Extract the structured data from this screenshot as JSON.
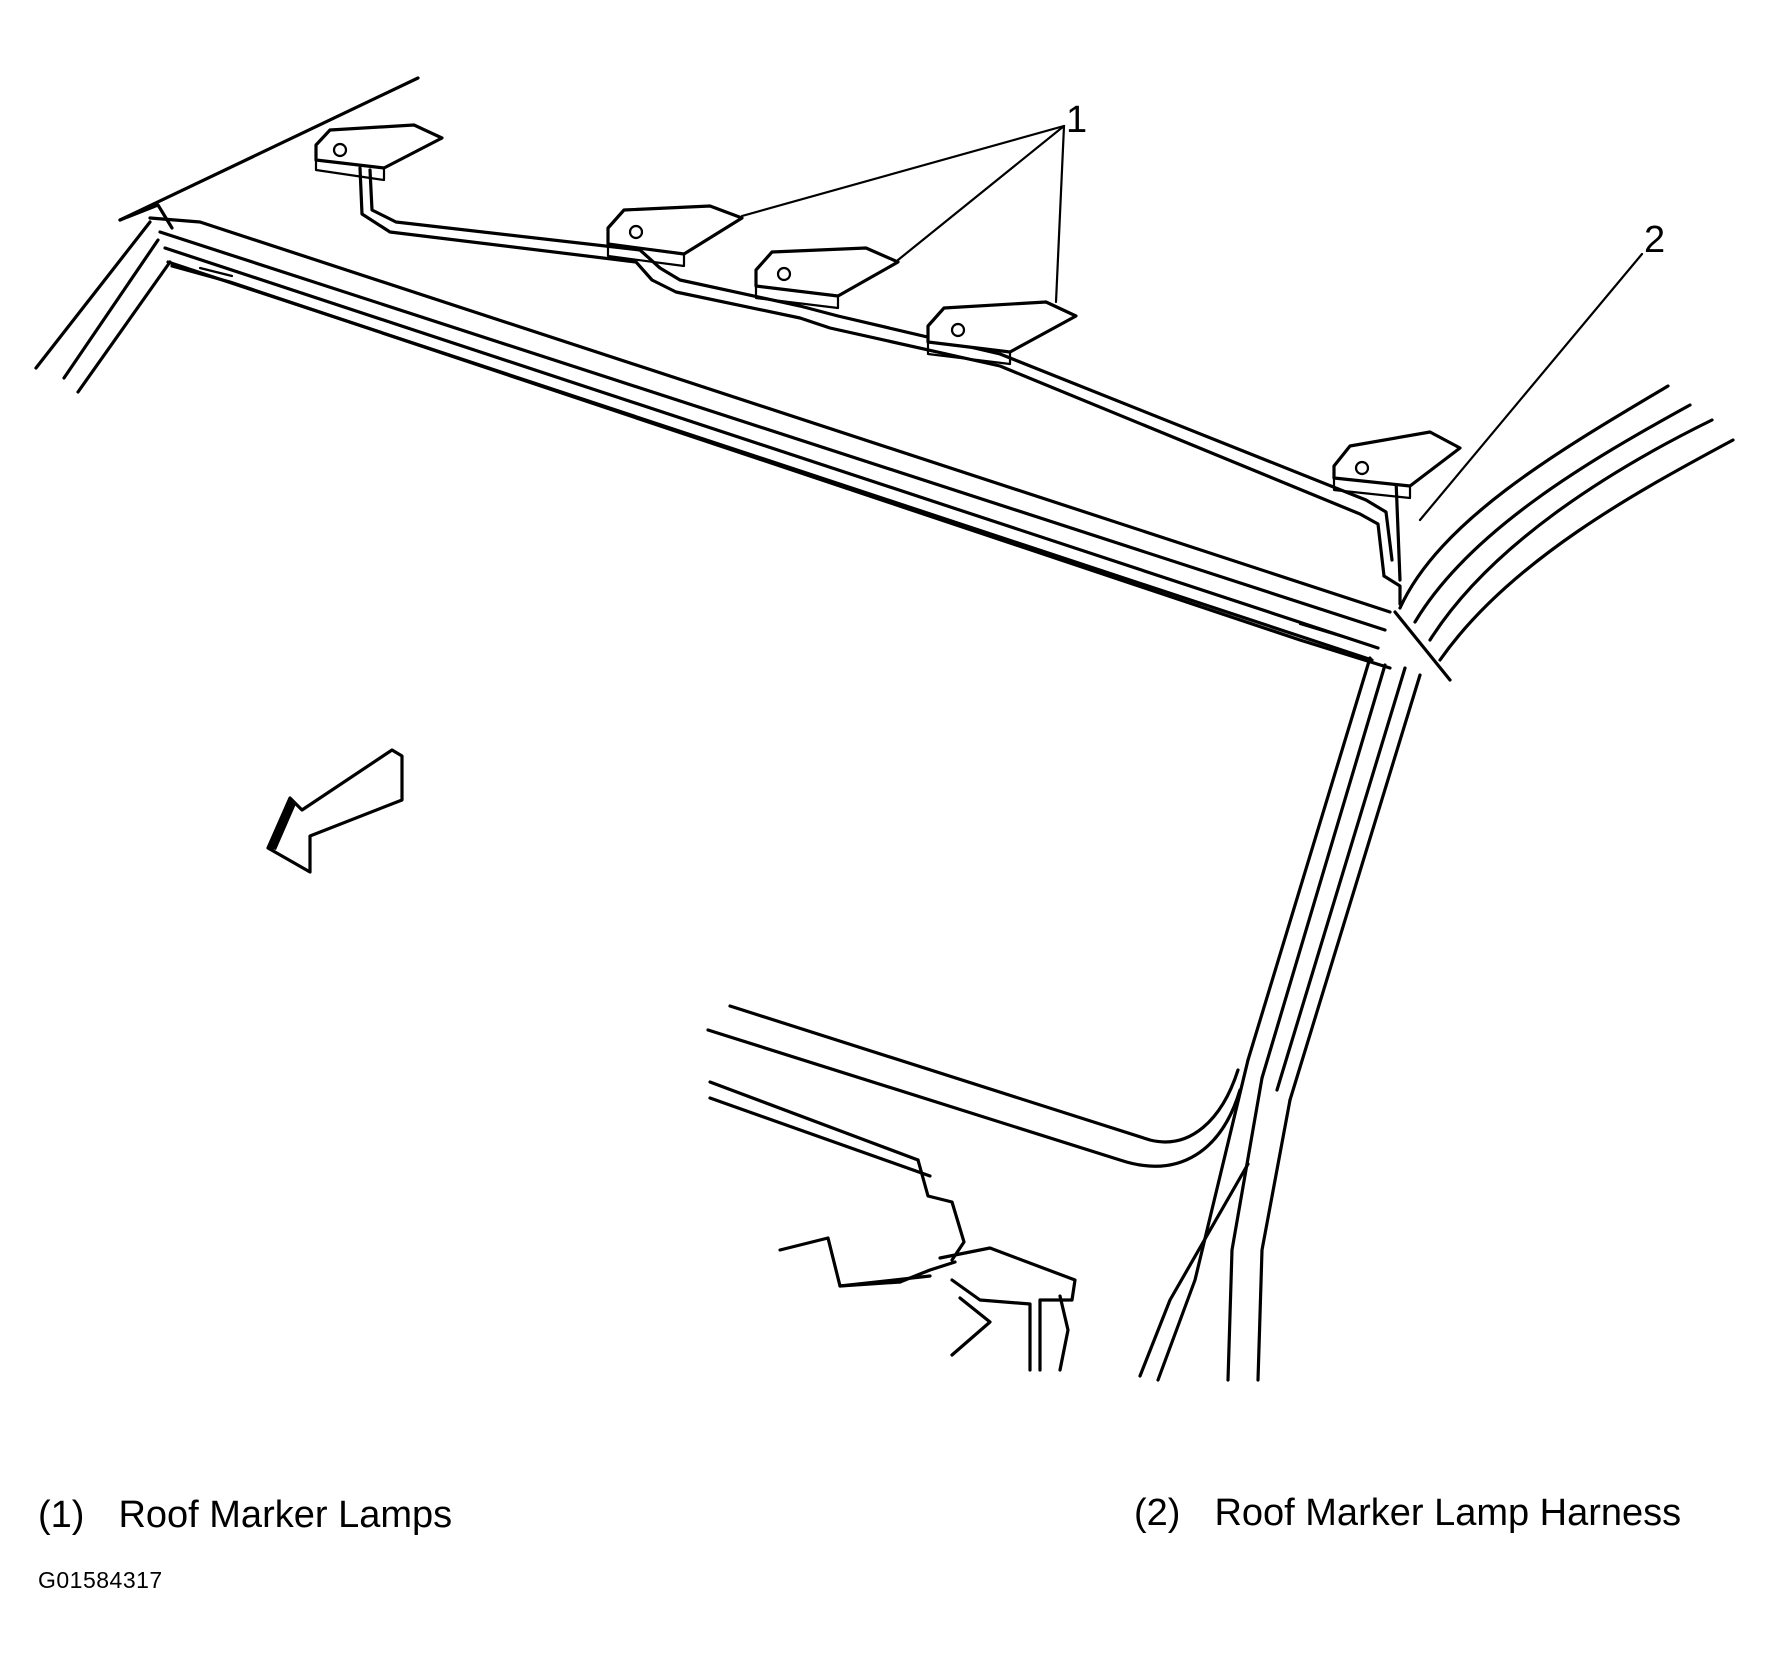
{
  "callouts": [
    {
      "number": "1"
    },
    {
      "number": "2"
    }
  ],
  "legend": [
    {
      "number": "(1)",
      "label": "Roof Marker Lamps"
    },
    {
      "number": "(2)",
      "label": "Roof Marker Lamp Harness"
    }
  ],
  "figure_id": "G01584317"
}
